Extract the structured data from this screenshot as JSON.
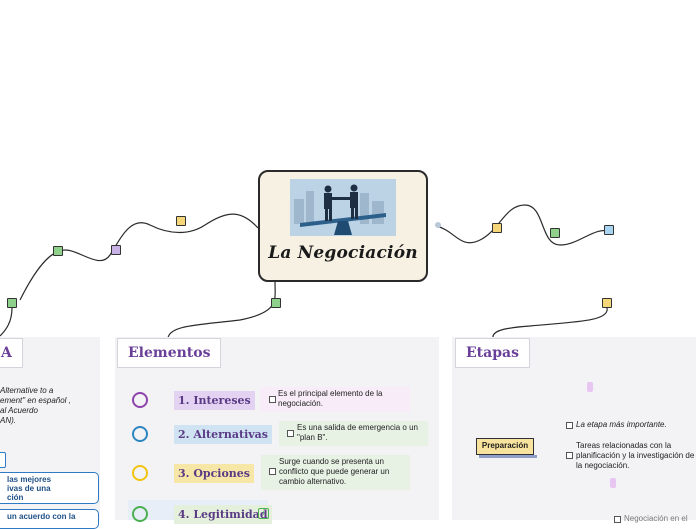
{
  "central": {
    "title": "La Negociación",
    "image": "handshake-on-seesaw"
  },
  "branches": {
    "left": {
      "title": "A"
    },
    "elementos": {
      "title": "Elementos",
      "items": [
        {
          "label": "1. Intereses",
          "circle_color": "#8e44ad",
          "pill_color": "#e4d2f2",
          "desc": "Es el principal elemento de la negociación.",
          "desc_color": "#f7ecf7"
        },
        {
          "label": "2. Alternativas",
          "circle_color": "#2e86c1",
          "pill_color": "#cfe3f2",
          "desc": "Es  una salida de emergencia o un \"plan B\".",
          "desc_color": "#e7f1e4"
        },
        {
          "label": "3. Opciones",
          "circle_color": "#f1c40f",
          "pill_color": "#f7e7a6",
          "desc": "Surge cuando se presenta un conflicto que puede generar un cambio alternativo.",
          "desc_color": "#e7f1e4"
        },
        {
          "label": "4. Legitimidad",
          "circle_color": "#4caf50",
          "pill_color": "#e4f0db",
          "desc": "",
          "desc_color": ""
        }
      ]
    },
    "etapas": {
      "title": "Etapas",
      "preparacion": "Preparación",
      "notes": [
        "La etapa más importante.",
        "Tareas relacionadas con la planificación y la investigación de la negociación."
      ],
      "cut_note": "Negociación en el"
    }
  },
  "left_panel": {
    "text_lines": [
      "Alternative to a",
      "ement\" en español ,",
      "al Acuerdo",
      "AN)."
    ],
    "box1": [
      "las mejores",
      "ivas de una",
      "ción"
    ],
    "box2": [
      "un acuerdo con la"
    ]
  },
  "colors": {
    "line": "#2b2b2b",
    "accent_title": "#6a3f9a",
    "note_colors": [
      "#f5d77a",
      "#c9b3e6",
      "#8fd08a",
      "#a8d4f0"
    ]
  }
}
